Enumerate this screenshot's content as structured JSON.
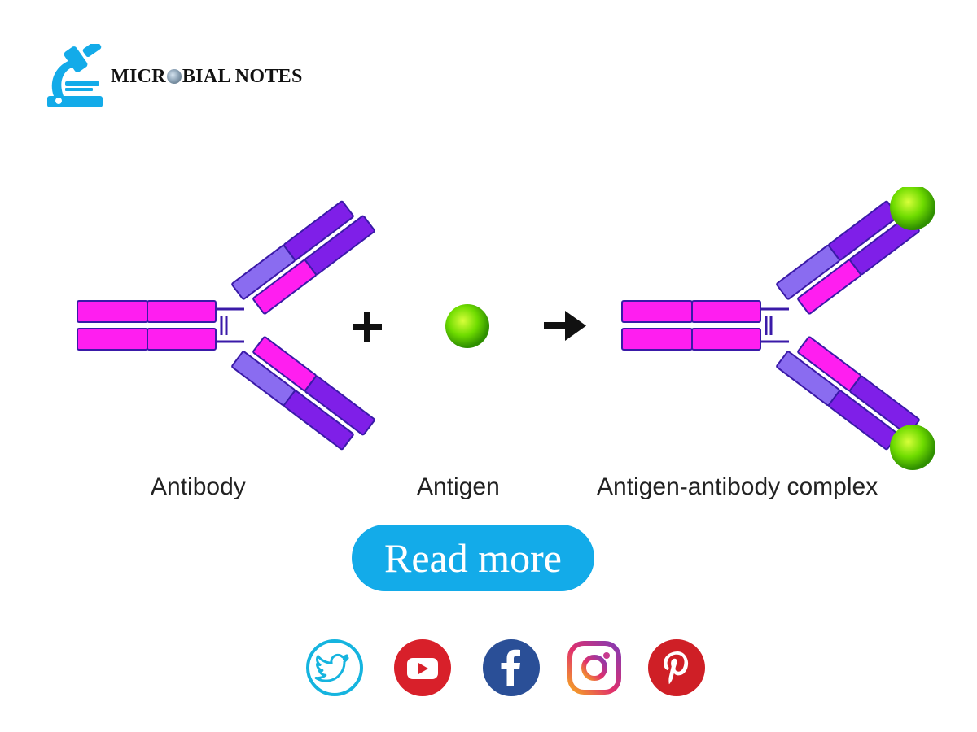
{
  "brand": {
    "name_prefix": "MICR",
    "name_suffix": "BIAL NOTES",
    "logo_icon": "microscope-icon",
    "accent_color": "#13abe9"
  },
  "diagram": {
    "labels": {
      "antibody": "Antibody",
      "antigen": "Antigen",
      "complex": "Antigen-antibody complex"
    },
    "operators": {
      "plus": "+",
      "arrow": "→"
    },
    "colors": {
      "heavy_chain": "#ff1ef0",
      "light_chain_dark": "#7f1fe8",
      "light_chain_light": "#8a6cf0",
      "outline": "#3a1aa8",
      "antigen": "#5fd400"
    }
  },
  "cta": {
    "label": "Read more"
  },
  "social": [
    {
      "name": "twitter-icon",
      "color": "#15b4df"
    },
    {
      "name": "youtube-icon",
      "color": "#d8202a"
    },
    {
      "name": "facebook-icon",
      "color": "#2a4f97"
    },
    {
      "name": "instagram-icon",
      "color": "#c73a8f"
    },
    {
      "name": "pinterest-icon",
      "color": "#cf1f26"
    }
  ]
}
